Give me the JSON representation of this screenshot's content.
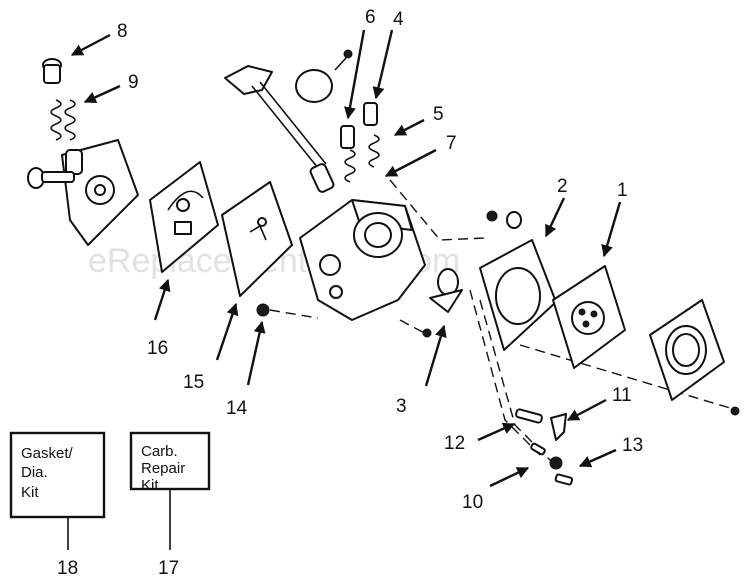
{
  "watermark": "eReplacementParts.com",
  "callouts": [
    "8",
    "9",
    "6",
    "4",
    "5",
    "7",
    "2",
    "1",
    "16",
    "15",
    "14",
    "3",
    "11",
    "12",
    "13",
    "10",
    "18",
    "17"
  ],
  "kits": {
    "gasket_kit": [
      "Gasket/",
      "Dia.",
      "Kit"
    ],
    "repair_kit": [
      "Carb.",
      "Repair",
      "Kit"
    ]
  },
  "colors": {
    "ink": "#111111",
    "watermark": "#e2e2e2",
    "background": "#ffffff"
  }
}
